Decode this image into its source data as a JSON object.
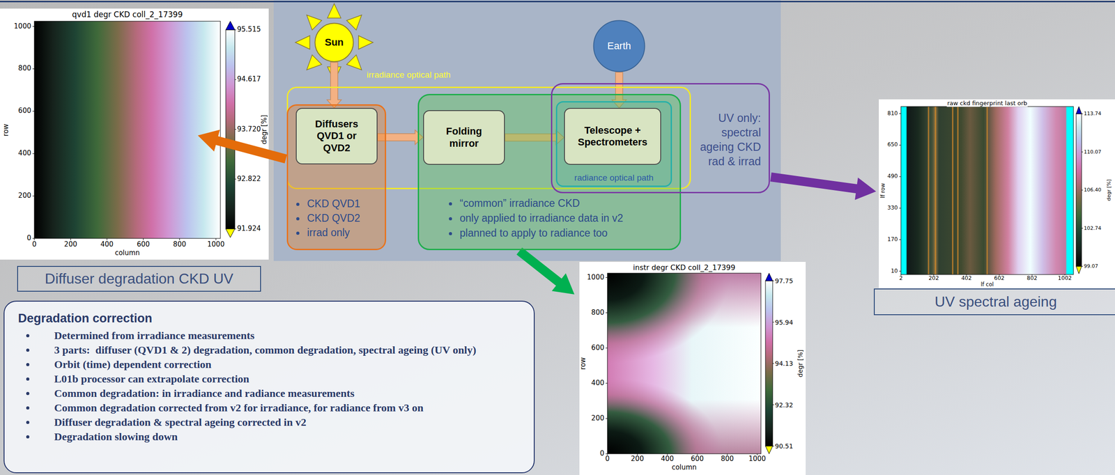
{
  "diagram": {
    "nodes": [
      {
        "text": [
          "Sun"
        ]
      },
      {
        "text": [
          "Earth"
        ]
      },
      {
        "text": [
          "irradiance optical path"
        ]
      },
      {
        "text": [
          "CKD QVD1",
          "CKD QVD2",
          "irrad only"
        ]
      },
      {
        "text": [
          "Diffusers QVD1 or QVD2"
        ],
        "in": 3
      },
      {
        "text": [
          "“common” irradiance CKD",
          "only applied to irradiance data in v2",
          "planned to apply to radiance too"
        ]
      },
      {
        "text": [
          "Folding mirror"
        ],
        "in": 5
      },
      {
        "text": [
          "radiance optical path"
        ],
        "in": 5
      },
      {
        "text": [
          "Telescope + Spectrometers"
        ],
        "in": 7
      },
      {
        "text": [
          "UV only: spectral ageing CKD rad & irrad"
        ]
      },
      {
        "text": [
          "Diffuser degradation CKD UV"
        ]
      },
      {
        "text": [
          "UV spectral ageing"
        ]
      },
      {
        "text": [
          "Degradation correction",
          "Determined from irradiance measurements",
          "3 parts:  diffuser (QVD1 & 2) degradation, common degradation, spectral ageing (UV only)",
          "Orbit (time) dependent correction",
          "L01b processor can extrapolate correction",
          "Common degradation: in irradiance and radiance measurements",
          "Common degradation corrected from v2 for irradiance, for radiance from v3 on",
          "Diffuser degradation & spectral ageing corrected in v2",
          "Degradation slowing down"
        ]
      }
    ],
    "edges": [
      {
        "from": 0,
        "to": 4,
        "arrow": "to"
      },
      {
        "from": 4,
        "to": 6,
        "arrow": "to"
      },
      {
        "from": 6,
        "to": 8,
        "arrow": "to"
      },
      {
        "from": 1,
        "to": 8,
        "arrow": "to"
      }
    ],
    "labels": [
      "qvd1 degr CKD coll_2_17399",
      "1000",
      "800",
      "600",
      "400",
      "200",
      "0",
      "0",
      "200",
      "400",
      "600",
      "800",
      "1000",
      "row",
      "column",
      "95.515",
      "94.617",
      "93.720",
      "92.822",
      "91.924",
      "degr [%]",
      "raw ckd fingerprint last orb",
      "810",
      "650",
      "490",
      "330",
      "170",
      "10",
      "2",
      "202",
      "402",
      "602",
      "802",
      "1002",
      "lf row",
      "lf col",
      "113.74",
      "110.07",
      "106.40",
      "102.74",
      "99.07",
      "degr [%]",
      "instr degr CKD coll_2_17399",
      "1000",
      "800",
      "600",
      "400",
      "200",
      "0",
      "0",
      "200",
      "400",
      "600",
      "800",
      "1000",
      "row",
      "column",
      "97.75",
      "95.94",
      "94.13",
      "92.32",
      "90.51",
      "degr [%]"
    ]
  }
}
